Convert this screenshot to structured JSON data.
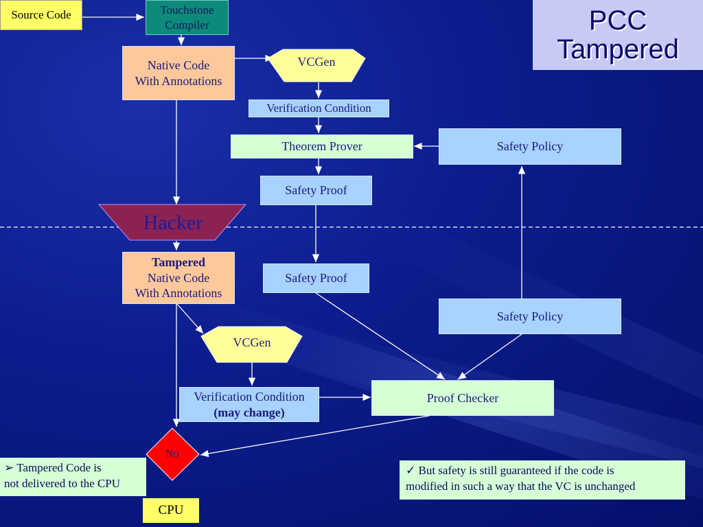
{
  "title": {
    "line1": "PCC",
    "line2": "Tampered"
  },
  "nodes": {
    "source_code": "Source Code",
    "touchstone_compiler": [
      "Touchstone",
      "Compiler"
    ],
    "native_code": [
      "Native Code",
      "With Annotations"
    ],
    "vcgen_top": "VCGen",
    "verification_condition_top": "Verification Condition",
    "theorem_prover": "Theorem Prover",
    "safety_policy_top": "Safety Policy",
    "safety_proof_top": "Safety Proof",
    "hacker": "Hacker",
    "tampered_native_code": [
      "Tampered",
      "Native Code",
      "With Annotations"
    ],
    "safety_proof_bottom": "Safety Proof",
    "safety_policy_bottom": "Safety Policy",
    "vcgen_bottom": "VCGen",
    "verification_condition_bottom": [
      "Verification Condition",
      "(may change)"
    ],
    "proof_checker": "Proof Checker",
    "no": "No",
    "cpu": "CPU"
  },
  "notes": {
    "left_bullet": "➢",
    "left": [
      "Tampered Code is",
      "not delivered to the CPU"
    ],
    "right_check": "✓",
    "right": [
      "But safety is still guaranteed if the code is",
      "modified in such a way that the VC is unchanged"
    ]
  },
  "colors": {
    "background": "#0b1c8c",
    "native_code": "#fdc89b",
    "blue_box": "#a8d2ff",
    "green_box": "#d6ffd6",
    "yellow": "#ffff66",
    "hacker": "#8b2252",
    "no_diamond": "#ff0000",
    "compiler": "#0e8a7a"
  }
}
